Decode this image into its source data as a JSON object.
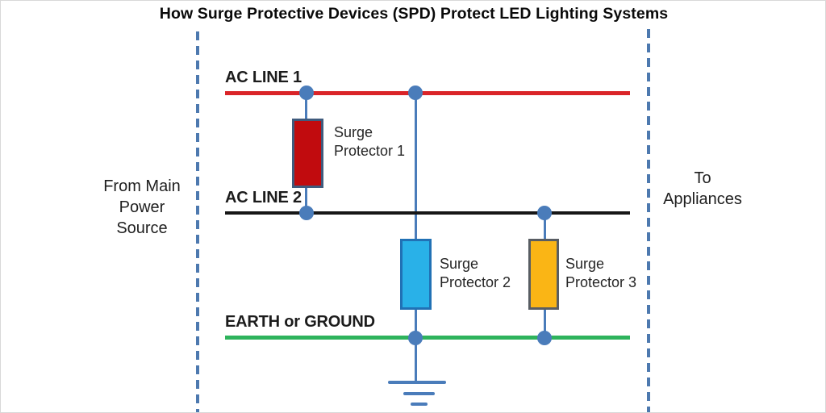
{
  "title": "How Surge Protective Devices (SPD) Protect LED Lighting Systems",
  "side_labels": {
    "from": {
      "line1": "From Main",
      "line2": "Power",
      "line3": "Source"
    },
    "to": {
      "line1": "To",
      "line2": "Appliances"
    }
  },
  "lines": [
    {
      "id": "ac-line-1",
      "label": "AC LINE 1",
      "color": "#da2428"
    },
    {
      "id": "ac-line-2",
      "label": "AC LINE 2",
      "color": "#161616"
    },
    {
      "id": "earth",
      "label": "EARTH or GROUND",
      "color": "#2eb35c"
    }
  ],
  "protectors": [
    {
      "label_line1": "Surge",
      "label_line2": "Protector 1",
      "fill": "#c10b0e",
      "connects": "AC LINE 1 to AC LINE 2"
    },
    {
      "label_line1": "Surge",
      "label_line2": "Protector 2",
      "fill": "#29b1e8",
      "connects": "AC LINE 1 to EARTH or GROUND"
    },
    {
      "label_line1": "Surge",
      "label_line2": "Protector 3",
      "fill": "#fab515",
      "connects": "AC LINE 2 to EARTH or GROUND"
    }
  ],
  "wiring": {
    "connector_color": "#4a7cba",
    "boundary_dash_color": "#4d79af",
    "node_dot_color": "#4a7cba",
    "ground_symbol": "earth-ground"
  }
}
